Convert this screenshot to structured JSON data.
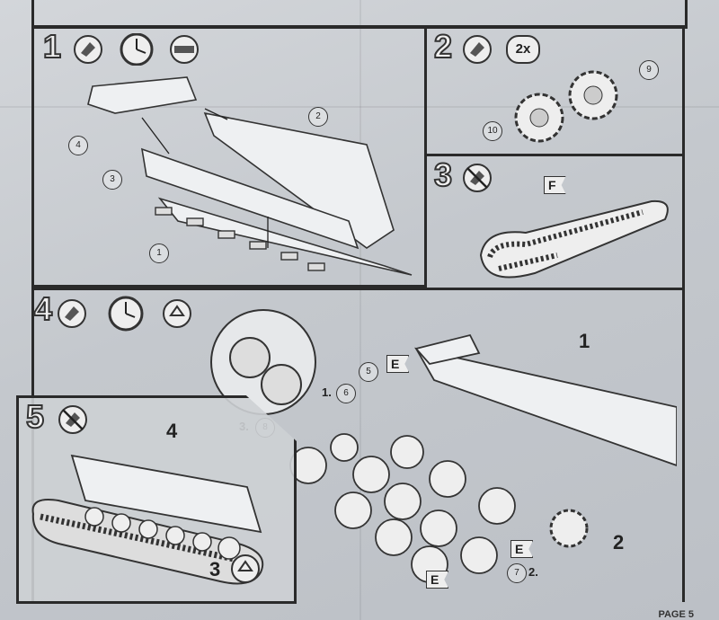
{
  "page_label": "PAGE 5",
  "steps": {
    "s1": {
      "number": "1",
      "callouts": [
        "1",
        "2",
        "3",
        "4"
      ]
    },
    "s2": {
      "number": "2",
      "multiplier": "2x",
      "callouts": [
        "9",
        "10"
      ]
    },
    "s3": {
      "number": "3",
      "flag": "F"
    },
    "s4": {
      "number": "4",
      "part_label": "1",
      "callouts": [
        "5",
        "6",
        "8",
        "7"
      ],
      "prefix_6": "1.",
      "prefix_8": "3.",
      "suffix_7": "2.",
      "flag": "E",
      "sprocket_label": "2"
    },
    "s5": {
      "number": "5",
      "hull_label": "4",
      "track_label": "3"
    }
  }
}
